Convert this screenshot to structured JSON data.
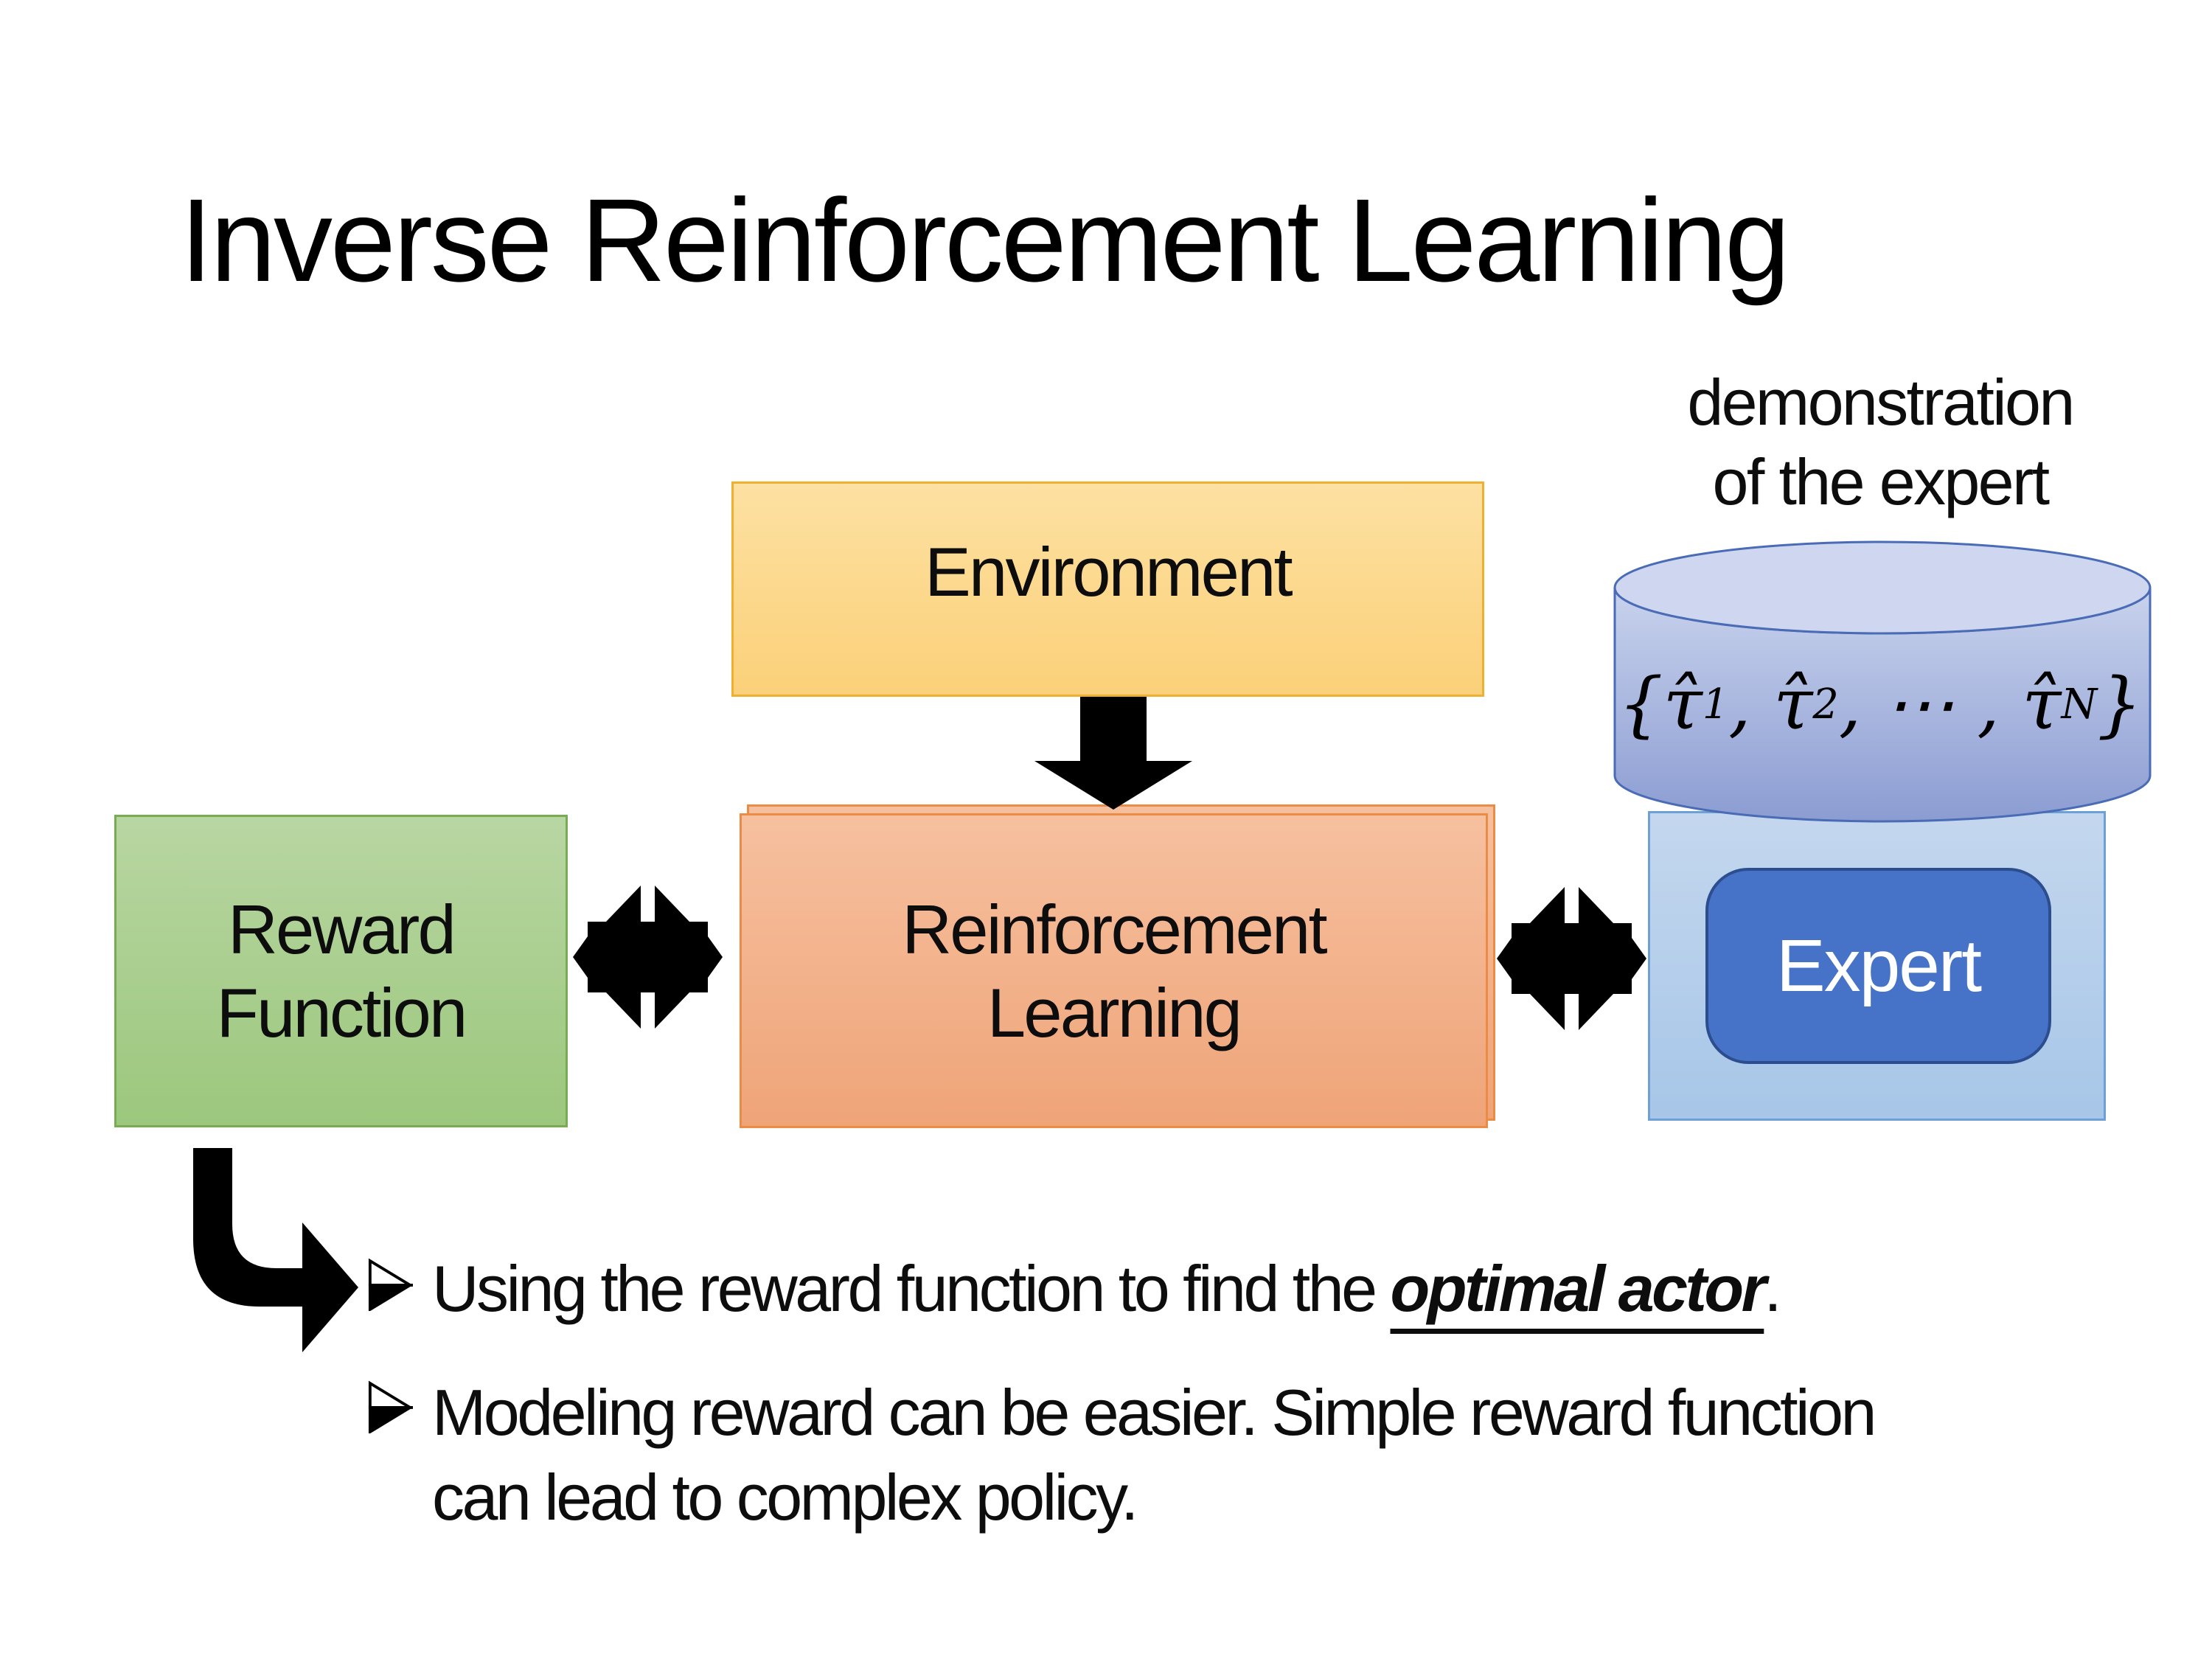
{
  "slide": {
    "title": "Inverse Reinforcement Learning",
    "annotation": {
      "line1": "demonstration",
      "line2": "of the expert"
    },
    "boxes": {
      "environment": {
        "label": "Environment"
      },
      "reward": {
        "line1": "Reward",
        "line2": "Function"
      },
      "reinforcement_learning": {
        "line1": "Reinforcement",
        "line2": "Learning"
      },
      "expert": {
        "label": "Expert"
      }
    },
    "cylinder": {
      "math": {
        "open": "{",
        "tau1": "τ̂",
        "sub1": "1",
        "sep1": ", ",
        "tau2": "τ̂",
        "sub2": "2",
        "sep2": ", ⋯ , ",
        "tauN": "τ̂",
        "subN": "N",
        "close": "}"
      }
    },
    "bullets": [
      {
        "prefix": "Using the reward function to find the ",
        "emphasis": "optimal actor",
        "suffix": "."
      },
      {
        "text": "Modeling reward can be easier. Simple reward function can lead to complex policy."
      }
    ],
    "icons": {
      "bullet": "three-d-right-arrowhead",
      "down_arrow": "thick-down-arrow",
      "double_arrow": "split-left-right-double-arrow",
      "elbow_arrow": "elbow-right-arrow"
    }
  },
  "colors": {
    "text": "#0d0d0d",
    "arrow": "#000000",
    "env_fill_top": "#FDE1A2",
    "env_fill_bottom": "#FBD079",
    "env_border": "#EFAF2F",
    "reward_fill_top": "#B8D6A2",
    "reward_fill_bottom": "#9CC77D",
    "reward_border": "#77AC50",
    "rl_fill_top": "#F6C09F",
    "rl_fill_bottom": "#EFA478",
    "rl_border": "#EC8B46",
    "expert_container_top": "#C4D7EE",
    "expert_container_bottom": "#A7C6E8",
    "expert_container_border": "#6CA0D6",
    "expert_fill": "#4673C8",
    "expert_border": "#2C4E8E",
    "expert_text": "#FFFFFF",
    "cyl_top": "#CED7EF",
    "cyl_body_top": "#C9D3ED",
    "cyl_body_bottom": "#8B9CD2",
    "cyl_border": "#4A6BB5"
  }
}
